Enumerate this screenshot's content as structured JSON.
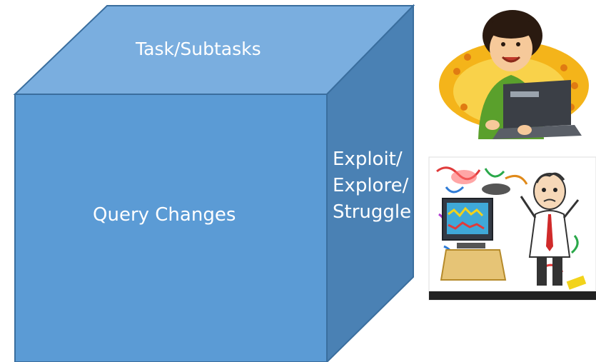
{
  "cube": {
    "top_face_label": "Task/Subtasks",
    "front_face_label": "Query Changes",
    "side_face_lines": [
      "Exploit/",
      "Explore/",
      "Struggle"
    ],
    "colors": {
      "front": "#5b9bd5",
      "top": "#7aaedf",
      "side": "#4a81b4",
      "edge": "#3a6e9e"
    }
  },
  "images": [
    {
      "name": "happy-user-clipart",
      "depicts": "cartoon boy smiling at laptop"
    },
    {
      "name": "frustrated-user-clipart",
      "depicts": "stressed man at computer surrounded by scribbles"
    }
  ]
}
